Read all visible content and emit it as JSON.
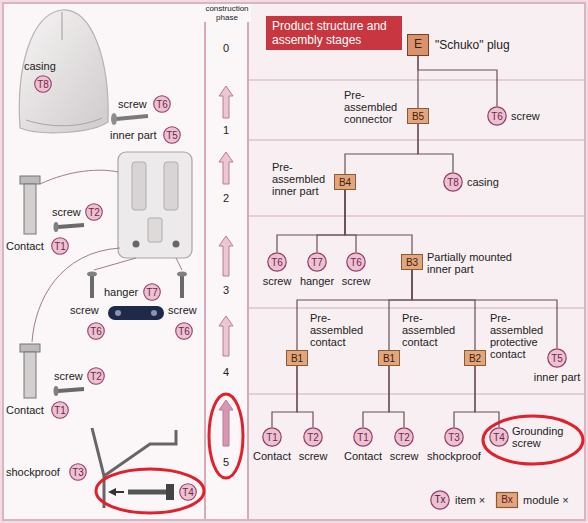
{
  "diagram": {
    "title": "Product structure and assembly stages",
    "nodes": [
      {
        "text": [
          "T8"
        ]
      },
      {
        "text": [
          "T6"
        ]
      },
      {
        "text": [
          "T5"
        ]
      },
      {
        "text": [
          "T2"
        ]
      },
      {
        "text": [
          "T1"
        ]
      },
      {
        "text": [
          "T7"
        ]
      },
      {
        "text": [
          "T6"
        ]
      },
      {
        "text": [
          "T6"
        ]
      },
      {
        "text": [
          "T2"
        ]
      },
      {
        "text": [
          "T1"
        ]
      },
      {
        "text": [
          "T3"
        ]
      },
      {
        "text": [
          "T4"
        ]
      },
      {
        "text": [
          "E",
          "\"Schuko\" plug"
        ]
      },
      {
        "text": [
          "B5",
          "Pre-assembled connector"
        ]
      },
      {
        "text": [
          "T6",
          "screw"
        ]
      },
      {
        "text": [
          "B4",
          "Pre-assembled inner part"
        ]
      },
      {
        "text": [
          "T8",
          "casing"
        ]
      },
      {
        "text": [
          "T6",
          "screw"
        ]
      },
      {
        "text": [
          "T7",
          "hanger"
        ]
      },
      {
        "text": [
          "T6",
          "screw"
        ]
      },
      {
        "text": [
          "B3",
          "Partially mounted inner part"
        ]
      },
      {
        "text": [
          "B1",
          "Pre-assembled contact"
        ]
      },
      {
        "text": [
          "B1",
          "Pre-assembled contact"
        ]
      },
      {
        "text": [
          "B2",
          "Pre-assembled protective contact"
        ]
      },
      {
        "text": [
          "T5",
          "inner part"
        ]
      },
      {
        "text": [
          "T1",
          "Contact"
        ]
      },
      {
        "text": [
          "T2",
          "screw"
        ]
      },
      {
        "text": [
          "T1",
          "Contact"
        ]
      },
      {
        "text": [
          "T2",
          "screw"
        ]
      },
      {
        "text": [
          "T3",
          "shockproof"
        ]
      },
      {
        "text": [
          "T4",
          "Grounding screw"
        ]
      }
    ],
    "edges": [
      {
        "from": 12,
        "to": 13,
        "arrow": "none"
      },
      {
        "from": 12,
        "to": 14,
        "arrow": "none"
      },
      {
        "from": 13,
        "to": 15,
        "arrow": "none"
      },
      {
        "from": 13,
        "to": 16,
        "arrow": "none"
      },
      {
        "from": 15,
        "to": 17,
        "arrow": "none"
      },
      {
        "from": 15,
        "to": 18,
        "arrow": "none"
      },
      {
        "from": 15,
        "to": 19,
        "arrow": "none"
      },
      {
        "from": 15,
        "to": 20,
        "arrow": "none"
      },
      {
        "from": 20,
        "to": 21,
        "arrow": "none"
      },
      {
        "from": 20,
        "to": 22,
        "arrow": "none"
      },
      {
        "from": 20,
        "to": 23,
        "arrow": "none"
      },
      {
        "from": 20,
        "to": 24,
        "arrow": "none"
      },
      {
        "from": 21,
        "to": 25,
        "arrow": "none"
      },
      {
        "from": 21,
        "to": 26,
        "arrow": "none"
      },
      {
        "from": 22,
        "to": 27,
        "arrow": "none"
      },
      {
        "from": 22,
        "to": 28,
        "arrow": "none"
      },
      {
        "from": 23,
        "to": 29,
        "arrow": "none"
      },
      {
        "from": 23,
        "to": 30,
        "arrow": "none"
      }
    ],
    "labels": [
      "casing",
      "screw",
      "inner part",
      "screw",
      "Contact",
      "hanger",
      "screw",
      "screw",
      "screw",
      "Contact",
      "shockproof",
      "construction phase",
      "0",
      "1",
      "2",
      "3",
      "4",
      "5",
      "Tx",
      "Bx"
    ],
    "legend": [
      {
        "text": "item ×",
        "color": "#e9c3d3"
      },
      {
        "text": "module ×",
        "color": "#e3a57a"
      }
    ]
  }
}
